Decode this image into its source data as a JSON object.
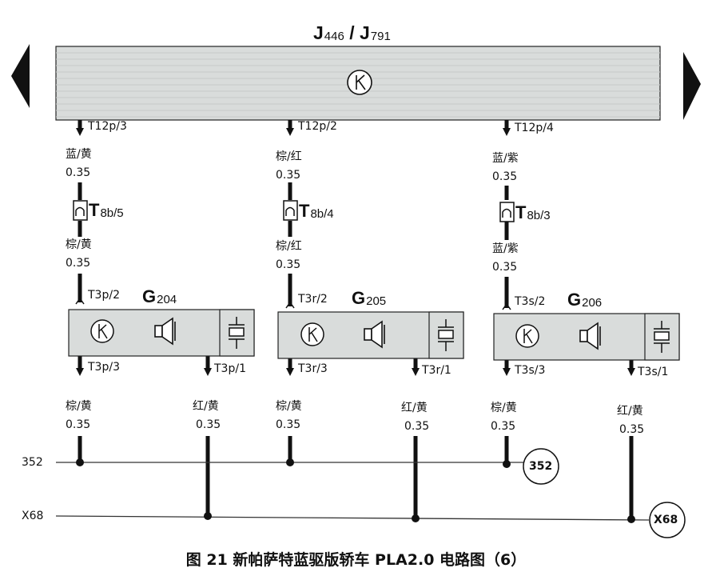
{
  "header": {
    "module_prefix_1": "J",
    "module_sub_1": "446",
    "module_sep": " / ",
    "module_prefix_2": "J",
    "module_sub_2": "791"
  },
  "columns": [
    {
      "top_pin": "T12p/3",
      "wire_top_color": "蓝/黄",
      "wire_top_size": "0.35",
      "connector_letter": "T",
      "connector_sub": "8b/5",
      "wire_mid_color": "棕/黄",
      "wire_mid_size": "0.35",
      "comp_pin_top": "T3p/2",
      "comp_letter": "G",
      "comp_sub": "204",
      "pin_left": "T3p/3",
      "pin_right": "T3p/1",
      "wire_left_color": "棕/黄",
      "wire_left_size": "0.35",
      "wire_right_color": "红/黄",
      "wire_right_size": "0.35"
    },
    {
      "top_pin": "T12p/2",
      "wire_top_color": "棕/红",
      "wire_top_size": "0.35",
      "connector_letter": "T",
      "connector_sub": "8b/4",
      "wire_mid_color": "棕/红",
      "wire_mid_size": "0.35",
      "comp_pin_top": "T3r/2",
      "comp_letter": "G",
      "comp_sub": "205",
      "pin_left": "T3r/3",
      "pin_right": "T3r/1",
      "wire_left_color": "棕/黄",
      "wire_left_size": "0.35",
      "wire_right_color": "红/黄",
      "wire_right_size": "0.35"
    },
    {
      "top_pin": "T12p/4",
      "wire_top_color": "蓝/紫",
      "wire_top_size": "0.35",
      "connector_letter": "T",
      "connector_sub": "8b/3",
      "wire_mid_color": "蓝/紫",
      "wire_mid_size": "0.35",
      "comp_pin_top": "T3s/2",
      "comp_letter": "G",
      "comp_sub": "206",
      "pin_left": "T3s/3",
      "pin_right": "T3s/1",
      "wire_left_color": "棕/黄",
      "wire_left_size": "0.35",
      "wire_right_color": "红/黄",
      "wire_right_size": "0.35"
    }
  ],
  "buses": {
    "bus_352_label": "352",
    "bus_352_ref": "352",
    "bus_x68_label": "X68",
    "bus_x68_ref": "X68"
  },
  "caption": "图 21  新帕萨特蓝驱版轿车 PLA2.0 电路图（6）",
  "colors": {
    "module_fill": "#d9dcdb",
    "wire": "#111111",
    "background": "#ffffff"
  },
  "icons": [
    "ground-k-icon",
    "speaker-icon",
    "capacitor-icon",
    "connector-icon",
    "arrow-left-icon",
    "arrow-right-icon"
  ]
}
